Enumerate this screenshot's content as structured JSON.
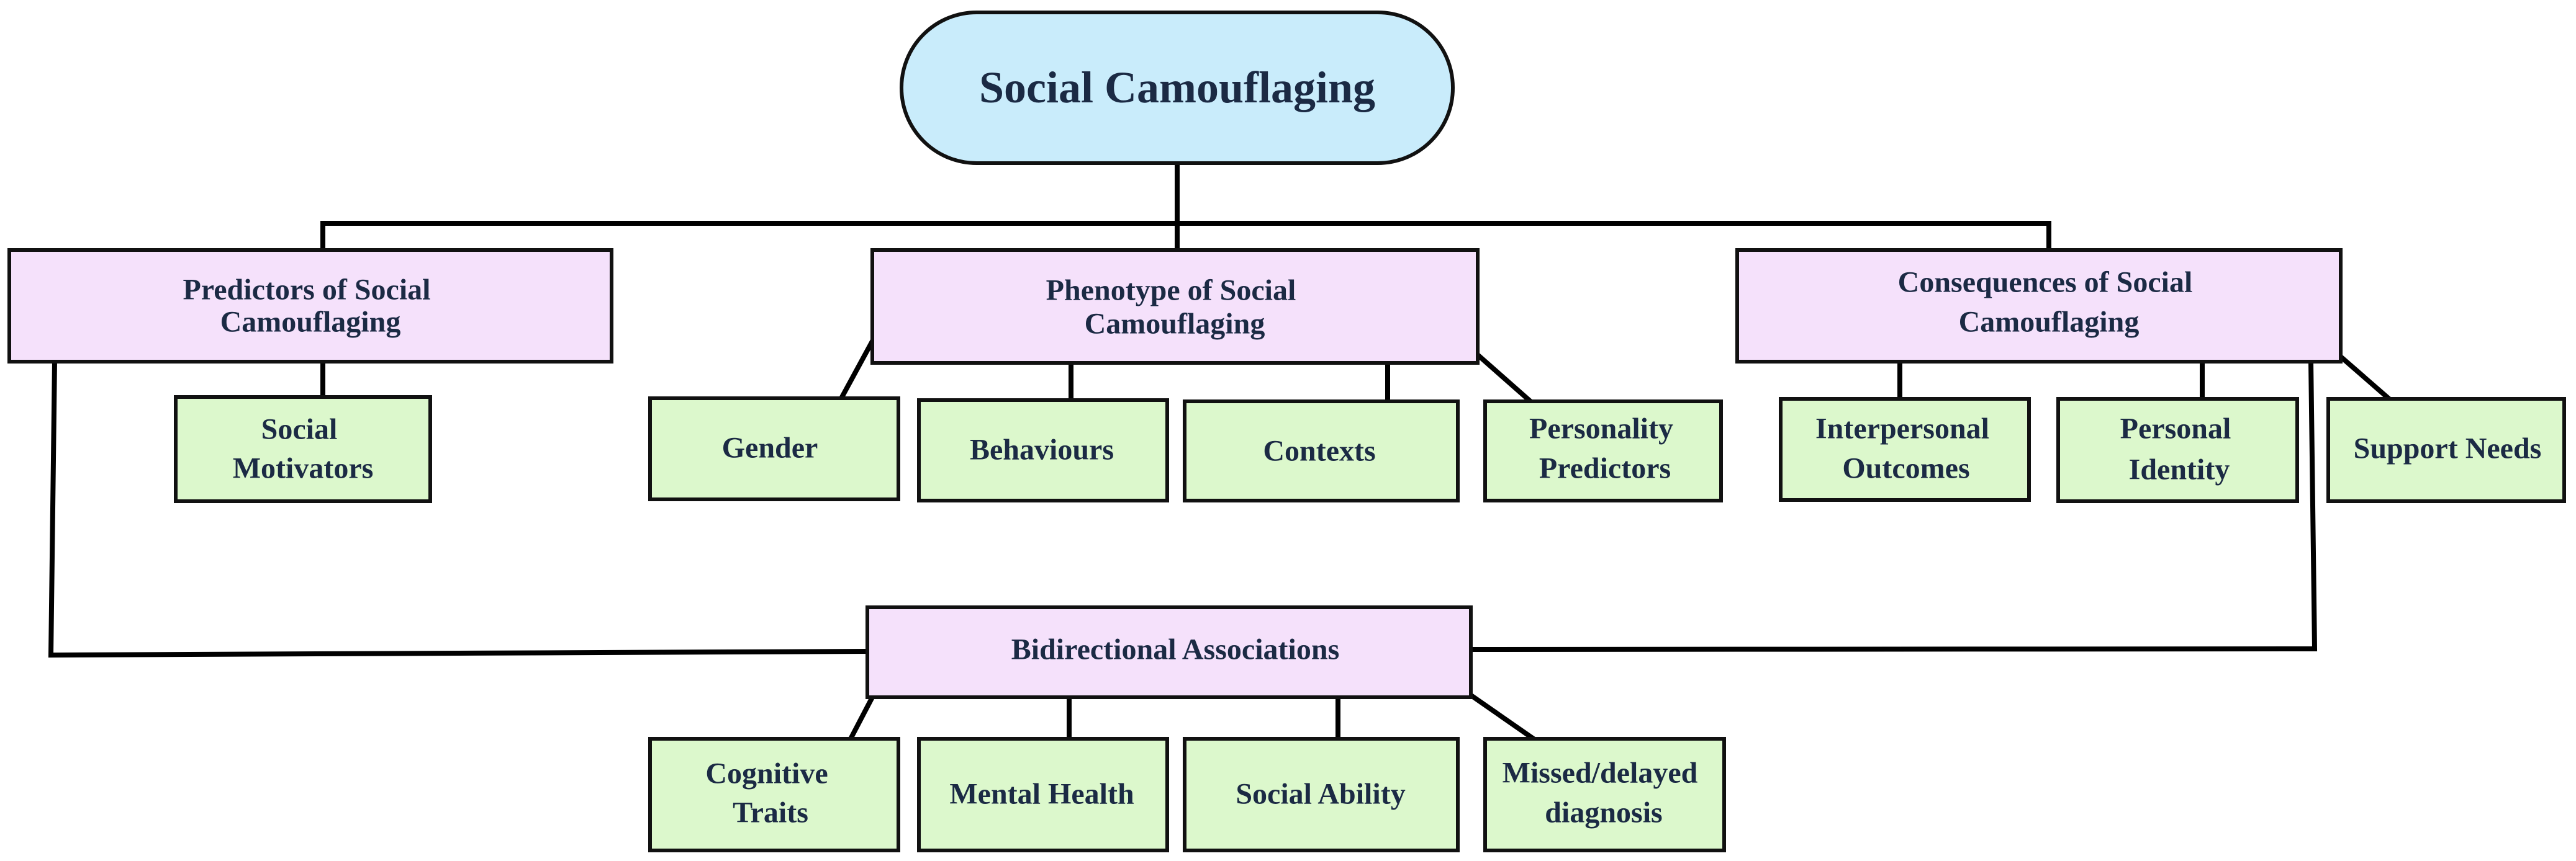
{
  "root": {
    "label": "Social Camouflaging"
  },
  "categories": [
    {
      "id": "predictors",
      "lines": [
        "Predictors of Social",
        "Camouflaging"
      ]
    },
    {
      "id": "phenotype",
      "lines": [
        "Phenotype of Social",
        "Camouflaging"
      ]
    },
    {
      "id": "consequences",
      "lines": [
        "Consequences of Social",
        "Camouflaging"
      ]
    },
    {
      "id": "bidirectional",
      "lines": [
        "Bidirectional Associations"
      ]
    }
  ],
  "leaves": [
    {
      "id": "social-motivators",
      "parent": "predictors",
      "lines": [
        "Social",
        "Motivators"
      ]
    },
    {
      "id": "gender",
      "parent": "phenotype",
      "lines": [
        "Gender"
      ]
    },
    {
      "id": "behaviours",
      "parent": "phenotype",
      "lines": [
        "Behaviours"
      ]
    },
    {
      "id": "contexts",
      "parent": "phenotype",
      "lines": [
        "Contexts"
      ]
    },
    {
      "id": "personality-predictors",
      "parent": "phenotype",
      "lines": [
        "Personality",
        "Predictors"
      ]
    },
    {
      "id": "interpersonal-outcomes",
      "parent": "consequences",
      "lines": [
        "Interpersonal",
        "Outcomes"
      ]
    },
    {
      "id": "personal-identity",
      "parent": "consequences",
      "lines": [
        "Personal",
        "Identity"
      ]
    },
    {
      "id": "support-needs",
      "parent": "consequences",
      "lines": [
        "Support Needs"
      ]
    },
    {
      "id": "cognitive-traits",
      "parent": "bidirectional",
      "lines": [
        "Cognitive",
        "Traits"
      ]
    },
    {
      "id": "mental-health",
      "parent": "bidirectional",
      "lines": [
        "Mental Health"
      ]
    },
    {
      "id": "social-ability",
      "parent": "bidirectional",
      "lines": [
        "Social Ability"
      ]
    },
    {
      "id": "missed-delayed-diagnosis",
      "parent": "bidirectional",
      "lines": [
        "Missed/delayed",
        "diagnosis"
      ]
    }
  ],
  "colors": {
    "root_fill": "#c9ecfb",
    "category_fill": "#f5e1fb",
    "leaf_fill": "#dcf8cc",
    "stroke": "#000000",
    "text": "#1b2a44"
  }
}
